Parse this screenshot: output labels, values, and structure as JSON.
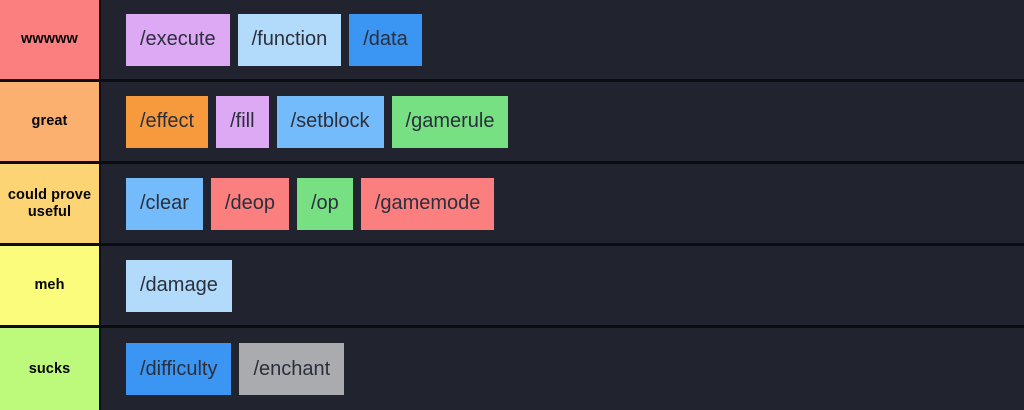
{
  "tierlist": {
    "background_color": "#21242e",
    "divider_color": "#0b0d12",
    "tile_text_color": "#2b2f3c",
    "rows": [
      {
        "label": "wwwww",
        "label_color": "#fc7f7f",
        "items": [
          {
            "label": "/execute",
            "color": "#dda9f5"
          },
          {
            "label": "/function",
            "color": "#b2dbfb"
          },
          {
            "label": "/data",
            "color": "#3b95f2"
          }
        ]
      },
      {
        "label": "great",
        "label_color": "#fcb070",
        "items": [
          {
            "label": "/effect",
            "color": "#f79a3e"
          },
          {
            "label": "/fill",
            "color": "#dda9f5"
          },
          {
            "label": "/setblock",
            "color": "#74bbfb"
          },
          {
            "label": "/gamerule",
            "color": "#77e083"
          }
        ]
      },
      {
        "label": "could prove useful",
        "label_color": "#fcd474",
        "items": [
          {
            "label": "/clear",
            "color": "#74bbfb"
          },
          {
            "label": "/deop",
            "color": "#fc7f7f"
          },
          {
            "label": "/op",
            "color": "#77e083"
          },
          {
            "label": "/gamemode",
            "color": "#fc7f7f"
          }
        ]
      },
      {
        "label": "meh",
        "label_color": "#fcfc7c",
        "items": [
          {
            "label": "/damage",
            "color": "#b2dbfb"
          }
        ]
      },
      {
        "label": "sucks",
        "label_color": "#bdf97a",
        "items": [
          {
            "label": "/difficulty",
            "color": "#3b95f2"
          },
          {
            "label": "/enchant",
            "color": "#a9abaf"
          }
        ]
      }
    ]
  }
}
